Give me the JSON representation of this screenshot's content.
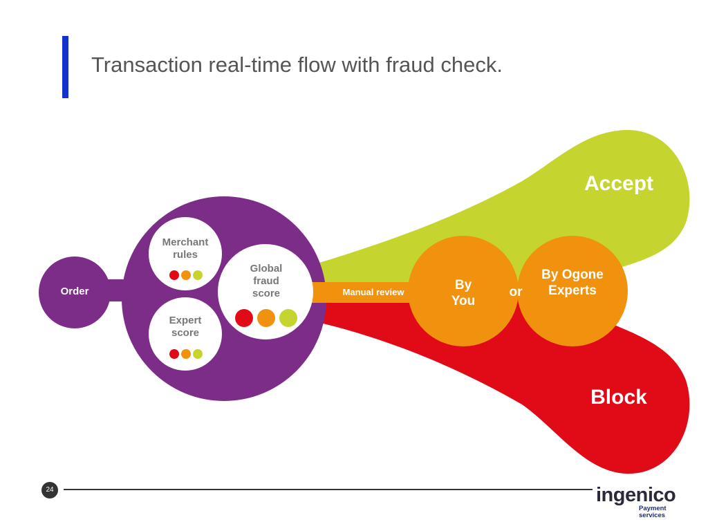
{
  "title": "Transaction real-time flow with fraud check.",
  "nodes": {
    "order": "Order",
    "merchant_rules": "Merchant rules",
    "expert_score": "Expert score",
    "global_fraud_score": "Global fraud score",
    "manual_review": "Manual review",
    "by_you": "By You",
    "or": "or",
    "by_ogone_experts": "By Ogone Experts",
    "accept": "Accept",
    "block": "Block"
  },
  "colors": {
    "purple": "#7b2d87",
    "green": "#c5d42e",
    "red": "#e10b17",
    "orange": "#f0920e",
    "title_bar": "#1133cc"
  },
  "footer": {
    "page_number": "24",
    "brand": "ingenico",
    "brand_sub_line1": "Payment",
    "brand_sub_line2": "services"
  }
}
